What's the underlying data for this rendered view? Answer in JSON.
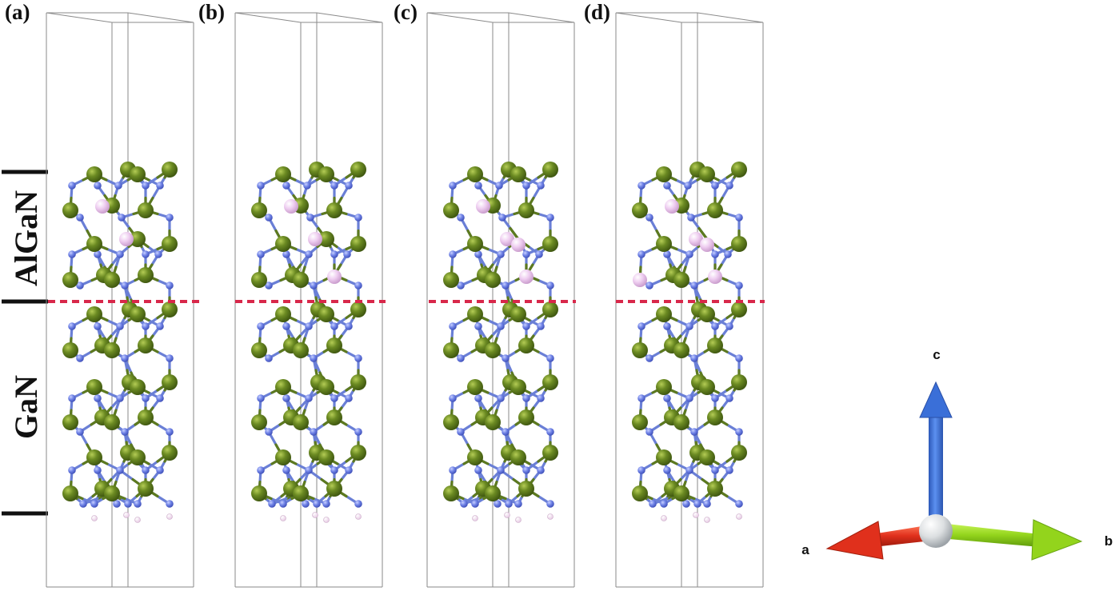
{
  "panels": [
    {
      "label": "(a)",
      "al_atoms": 2,
      "al_extra": "none"
    },
    {
      "label": "(b)",
      "al_atoms": 3,
      "al_extra": "right"
    },
    {
      "label": "(c)",
      "al_atoms": 4,
      "al_extra": "pair"
    },
    {
      "label": "(d)",
      "al_atoms": 5,
      "al_extra": "left"
    }
  ],
  "layers": {
    "top_label": "AlGaN",
    "bottom_label": "GaN"
  },
  "axes": {
    "a": "a",
    "b": "b",
    "c": "c"
  },
  "colors": {
    "ga": "#5e7a1c",
    "n": "#6c7fe0",
    "al": "#e4b6e6",
    "h": "#f2dff0",
    "interface": "#d8284a",
    "arrow_a": "#e0301c",
    "arrow_b": "#8fd11c",
    "arrow_c": "#3a6fd8",
    "origin": "#d9dcde"
  }
}
